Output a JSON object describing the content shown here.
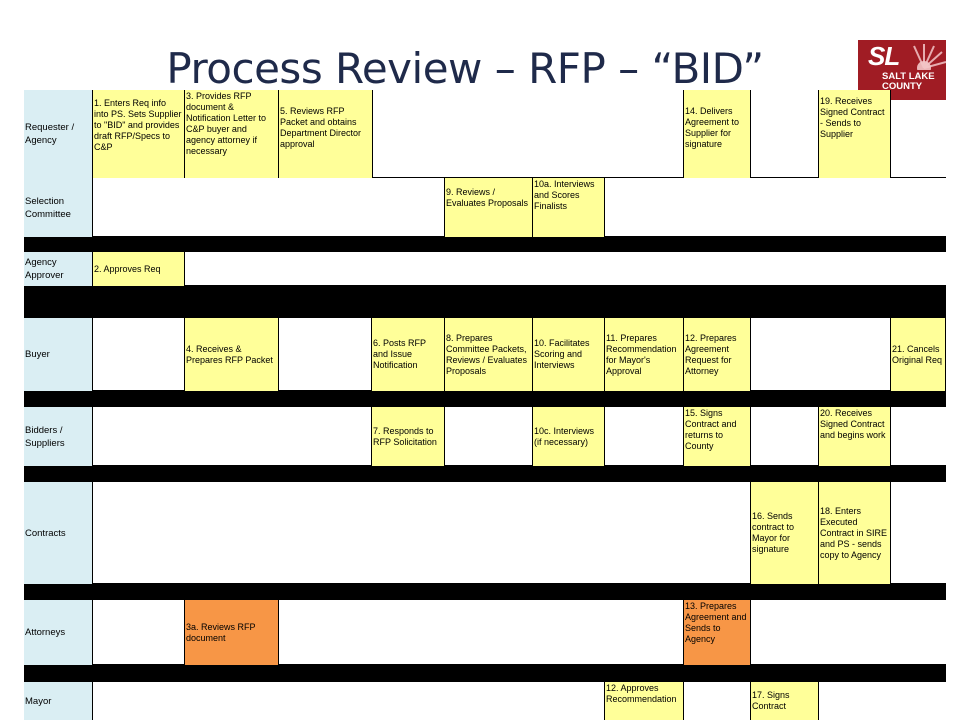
{
  "title": "Process Review – RFP – “BID”",
  "logo": {
    "initials": "SL",
    "line1": "SALT LAKE",
    "line2": "COUNTY"
  },
  "lanes": {
    "requester": "Requester / Agency",
    "selection": "Selection Committee",
    "approver": "Agency Approver",
    "buyer": "Buyer",
    "bidders": "Bidders / Suppliers",
    "contracts": "Contracts",
    "attorneys": "Attorneys",
    "mayor": "Mayor"
  },
  "steps": {
    "s1": "1. Enters Req info into PS. Sets Supplier to \"BID\" and provides draft RFP/Specs to C&P",
    "s2": "2. Approves Req",
    "s3": "3. Provides RFP document & Notification Letter to C&P buyer and agency attorney if necessary",
    "s3a": "3a. Reviews RFP document",
    "s4": "4. Receives & Prepares RFP Packet",
    "s5": "5. Reviews RFP Packet and obtains Department Director approval",
    "s6": "6. Posts RFP and Issue Notification",
    "s7": "7. Responds to RFP Solicitation",
    "s8": "8. Prepares Committee Packets, Reviews / Evaluates Proposals",
    "s9": "9. Reviews / Evaluates Proposals",
    "s10": "10. Facilitates Scoring and Interviews",
    "s10a": "10a. Interviews and Scores Finalists",
    "s10c": "10c. Interviews (if necessary)",
    "s11": "11. Prepares Recommendation for Mayor's Approval",
    "s12": "12. Prepares Agreement Request for Attorney",
    "s12b": "12. Approves Recommendation",
    "s13": "13. Prepares Agreement and Sends to Agency",
    "s14": "14. Delivers Agreement to Supplier for signature",
    "s15": "15. Signs Contract and returns to County",
    "s16": "16. Sends contract to Mayor for signature",
    "s17": "17. Signs Contract",
    "s18": "18. Enters Executed Contract in SIRE and PS - sends copy to Agency",
    "s19": "19. Receives Signed Contract - Sends to Supplier",
    "s20": "20. Receives Signed Contract and begins work",
    "s21": "21. Cancels Original Req"
  }
}
